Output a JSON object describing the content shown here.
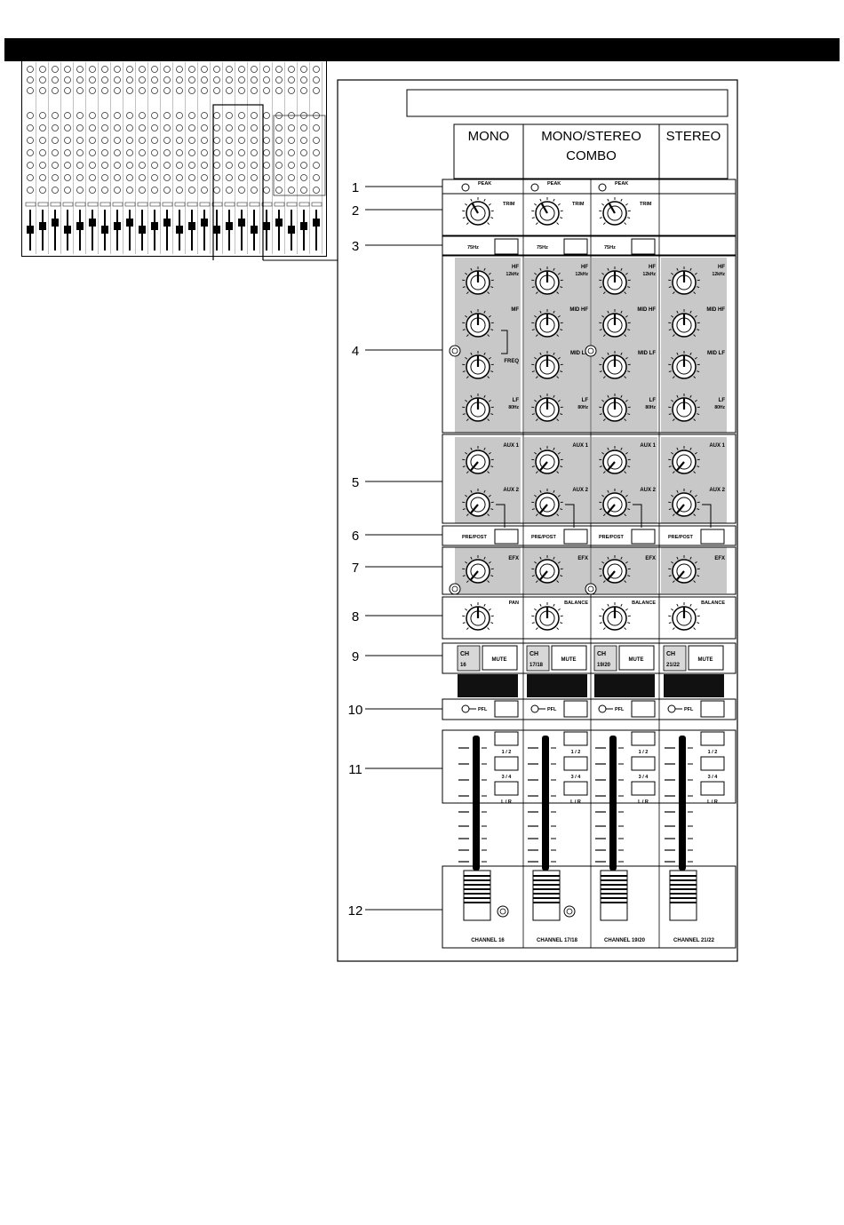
{
  "columns": [
    {
      "id": "mono",
      "title_lines": [
        "MONO"
      ]
    },
    {
      "id": "combo",
      "title_lines": [
        "MONO/STEREO",
        "COMBO"
      ]
    },
    {
      "id": "stereo",
      "title_lines": [
        "STEREO"
      ]
    }
  ],
  "callouts": [
    "1",
    "2",
    "3",
    "4",
    "5",
    "6",
    "7",
    "8",
    "9",
    "10",
    "11",
    "12"
  ],
  "labels": {
    "peak": "PEAK",
    "trim": "TRIM",
    "hpf": "75Hz",
    "hf": "HF",
    "hf_freq": "12kHz",
    "mf": "MF",
    "freq": "FREQ",
    "mid_hf": "MID HF",
    "mid_lf": "MID LF",
    "lf": "LF",
    "lf_freq": "80Hz",
    "aux1": "AUX 1",
    "aux2": "AUX 2",
    "pre_post": "PRE/POST",
    "efx": "EFX",
    "pan": "PAN",
    "balance": "BALANCE",
    "ch": "CH",
    "mute": "MUTE",
    "pfl": "PFL",
    "bus_12": "1 / 2",
    "bus_34": "3 / 4",
    "bus_lr": "L / R"
  },
  "strips": [
    {
      "type": "mono",
      "ch_num": "16",
      "channel_label": "CHANNEL 16",
      "has_trim": true,
      "pan_label_key": "pan"
    },
    {
      "type": "combo",
      "ch_num": "17/18",
      "channel_label": "CHANNEL 17/18",
      "has_trim": true,
      "pan_label_key": "balance"
    },
    {
      "type": "combo",
      "ch_num": "19/20",
      "channel_label": "CHANNEL 19/20",
      "has_trim": true,
      "pan_label_key": "balance"
    },
    {
      "type": "stereo",
      "ch_num": "21/22",
      "channel_label": "CHANNEL 21/22",
      "has_trim": false,
      "pan_label_key": "balance"
    }
  ],
  "colors": {
    "panel_gray": "#c8c8c8",
    "line": "#000000",
    "led_black": "#111111"
  }
}
